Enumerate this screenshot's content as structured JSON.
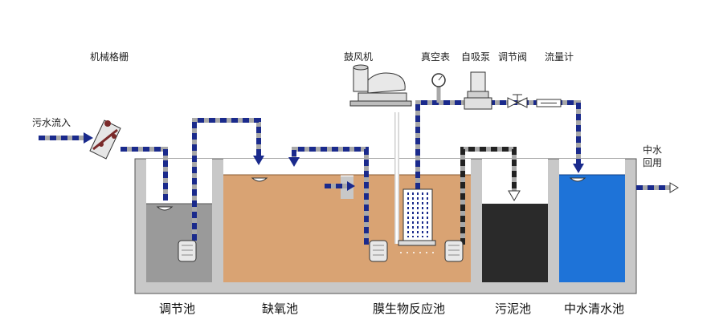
{
  "labels": {
    "screen": "机械格栅",
    "inflow": "污水流入",
    "blower": "鼓风机",
    "gauge": "真空表",
    "pump": "自吸泵",
    "valve": "调节阀",
    "flowmeter": "流量计",
    "reuse_line1": "中水",
    "reuse_line2": "回用"
  },
  "tanks": {
    "equalization": "调节池",
    "anoxic": "缺氧池",
    "mbr": "膜生物反应池",
    "sludge": "污泥池",
    "reclaimed": "中水清水池"
  },
  "colors": {
    "wall": "#c8c8c8",
    "equalization_water": "#9a9a9a",
    "anoxic_water": "#d9a373",
    "mbr_water": "#d9a373",
    "sludge_water": "#2a2a2a",
    "reclaimed_water": "#1e73d8",
    "pipe": "#a8a8a8",
    "pipe_dash": "#1a2a8c"
  }
}
